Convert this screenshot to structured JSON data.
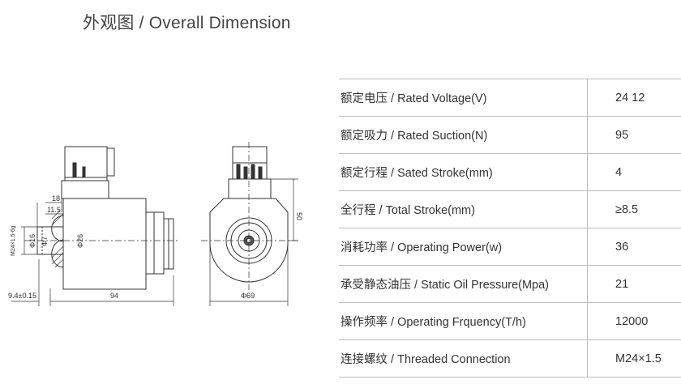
{
  "title": "外观图 / Overall Dimension",
  "dimensions": {
    "d18": "18",
    "d11_5": "11.5",
    "thread_vertical": "M24×1.5-6g",
    "phi16": "Φ16",
    "phi7": "Φ7",
    "phi26": "Φ26",
    "d94": "94",
    "d9_4": "9.4±0.15",
    "d50": "50",
    "phi69": "Φ69"
  },
  "specs": [
    {
      "label": "额定电压 / Rated Voltage(V)",
      "value": "24  12"
    },
    {
      "label": "额定吸力 / Rated Suction(N)",
      "value": "95"
    },
    {
      "label": "额定行程 / Sated Stroke(mm)",
      "value": "4"
    },
    {
      "label": "全行程 / Total Stroke(mm)",
      "value": "≥8.5"
    },
    {
      "label": "消耗功率 / Operating Power(w)",
      "value": "36"
    },
    {
      "label": "承受静态油压 / Static Oil Pressure(Mpa)",
      "value": "21"
    },
    {
      "label": "操作频率 / Operating Frquency(T/h)",
      "value": "12000"
    },
    {
      "label": "连接螺纹 / Threaded Connection",
      "value": "M24×1.5"
    }
  ]
}
